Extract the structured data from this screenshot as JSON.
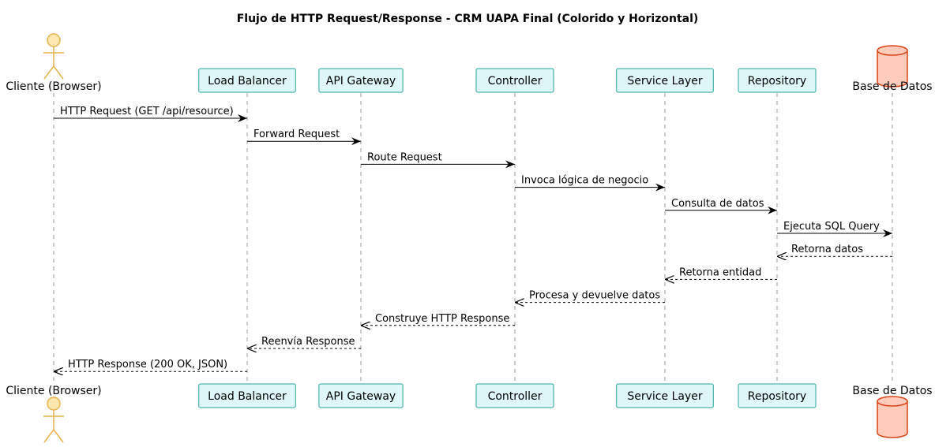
{
  "diagram": {
    "title": "Flujo de HTTP Request/Response - CRM UAPA Final (Colorido y Horizontal)",
    "colors": {
      "participant_fill": "#E0F7FA",
      "participant_border": "#26A69A",
      "actor_fill": "#FFE8B0",
      "actor_border": "#E8B04A",
      "database_fill": "#FFCCBC",
      "database_border": "#D84315",
      "lifeline": "#999999",
      "arrow": "#000000"
    },
    "participants": [
      {
        "id": "client",
        "label": "Cliente (Browser)",
        "kind": "actor",
        "icon": "actor-icon"
      },
      {
        "id": "lb",
        "label": "Load Balancer",
        "kind": "participant"
      },
      {
        "id": "gw",
        "label": "API Gateway",
        "kind": "participant"
      },
      {
        "id": "ctrl",
        "label": "Controller",
        "kind": "participant"
      },
      {
        "id": "svc",
        "label": "Service Layer",
        "kind": "participant"
      },
      {
        "id": "repo",
        "label": "Repository",
        "kind": "participant"
      },
      {
        "id": "db",
        "label": "Base de Datos",
        "kind": "database",
        "icon": "database-icon"
      }
    ],
    "messages": [
      {
        "from": "client",
        "to": "lb",
        "label": "HTTP Request (GET /api/resource)",
        "style": "solid"
      },
      {
        "from": "lb",
        "to": "gw",
        "label": "Forward Request",
        "style": "solid"
      },
      {
        "from": "gw",
        "to": "ctrl",
        "label": "Route Request",
        "style": "solid"
      },
      {
        "from": "ctrl",
        "to": "svc",
        "label": "Invoca lógica de negocio",
        "style": "solid"
      },
      {
        "from": "svc",
        "to": "repo",
        "label": "Consulta de datos",
        "style": "solid"
      },
      {
        "from": "repo",
        "to": "db",
        "label": "Ejecuta SQL Query",
        "style": "solid"
      },
      {
        "from": "db",
        "to": "repo",
        "label": "Retorna datos",
        "style": "dashed"
      },
      {
        "from": "repo",
        "to": "svc",
        "label": "Retorna entidad",
        "style": "dashed"
      },
      {
        "from": "svc",
        "to": "ctrl",
        "label": "Procesa y devuelve datos",
        "style": "dashed"
      },
      {
        "from": "ctrl",
        "to": "gw",
        "label": "Construye HTTP Response",
        "style": "dashed"
      },
      {
        "from": "gw",
        "to": "lb",
        "label": "Reenvía Response",
        "style": "dashed"
      },
      {
        "from": "lb",
        "to": "client",
        "label": "HTTP Response (200 OK, JSON)",
        "style": "dashed"
      }
    ]
  }
}
